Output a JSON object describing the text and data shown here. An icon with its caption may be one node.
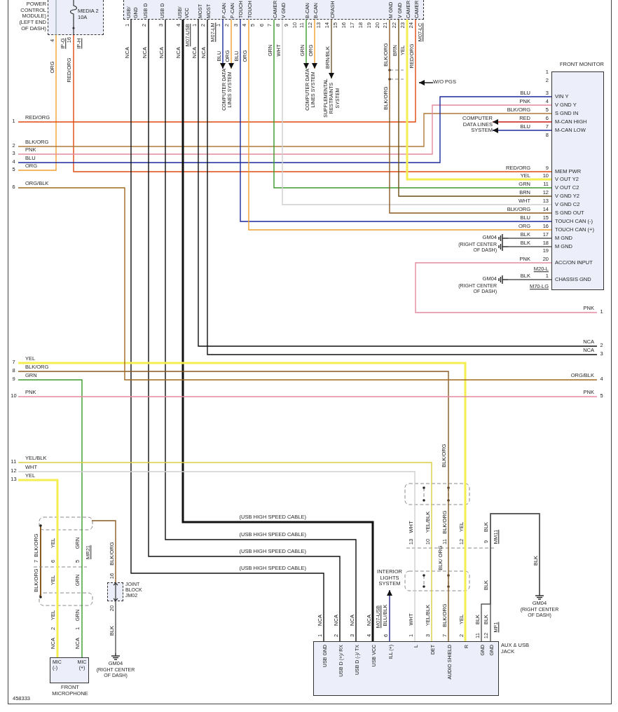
{
  "diagram": {
    "nodes": [
      {
        "text": [
          "USB/",
          "GND",
          "USB D",
          "USB D",
          "USB/",
          "VCC",
          "MOST",
          "MOST",
          "P-CAN",
          "P-CAN",
          "TOUCH",
          "TOUCH",
          "CAMER",
          "V GND",
          "B-CAN",
          "B-CAN",
          "CRASH",
          "M GND",
          "V GND",
          "CAMER",
          "CAMER"
        ]
      },
      {
        "text": [
          "POWER CONTROL MODULE) (LEFT END OF DASH)",
          "MEDIA 2 10A"
        ]
      },
      {
        "text": [
          "COMPUTER DATA LINES SYSTEM"
        ]
      },
      {
        "text": [
          "COMPUTER DATA LINES SYSTEM"
        ]
      },
      {
        "text": [
          "SUPPLEMENTAL RESTRAINTS SYSTEM"
        ]
      },
      {
        "text": [
          "FRONT MONITOR",
          "VIN Y",
          "V GND Y",
          "S GND IN",
          "M-CAN HIGH",
          "M-CAN LOW",
          "MEM PWR",
          "V OUT Y2",
          "V OUT C2",
          "V GND Y2",
          "V GND C2",
          "S GND OUT",
          "TOUCH CAN (-)",
          "TOUCH CAN (+)",
          "M GND",
          "M GND",
          "ACC/ON INPUT",
          "CHASSIS GND"
        ]
      },
      {
        "text": [
          "COMPUTER DATA LINES SYSTEM"
        ]
      },
      {
        "text": [
          "GM04",
          "(RIGHT CENTER OF DASH)"
        ]
      },
      {
        "text": [
          "GM04",
          "(RIGHT CENTER OF DASH)"
        ]
      },
      {
        "text": [
          "MIC (-)",
          "MIC (+)",
          "FRONT MICROPHONE"
        ]
      },
      {
        "text": [
          "JOINT BLOCK JM02"
        ]
      },
      {
        "text": [
          "GM04",
          "(RIGHT CENTER OF DASH)"
        ]
      },
      {
        "text": [
          "INTERIOR LIGHTS SYSTEM"
        ]
      },
      {
        "text": [
          "GM04",
          "(RIGHT CENTER OF DASH)"
        ]
      },
      {
        "text": [
          "USB GND",
          "USB D (+)/ RX",
          "USB D (-)/ TX",
          "USB VCC",
          "ILL (+)",
          "L",
          "DET",
          "AUDIO SHIELD",
          "R",
          "GND",
          "GND",
          "AUX & USB JACK"
        ]
      },
      {
        "text": [
          "W/O PGS"
        ]
      },
      {
        "text": [
          "1"
        ]
      },
      {
        "text": [
          "2"
        ]
      },
      {
        "text": [
          "3"
        ]
      },
      {
        "text": [
          "4"
        ]
      },
      {
        "text": [
          "5"
        ]
      },
      {
        "text": [
          "6"
        ]
      },
      {
        "text": [
          "7"
        ]
      },
      {
        "text": [
          "8"
        ]
      },
      {
        "text": [
          "9"
        ]
      },
      {
        "text": [
          "10"
        ]
      },
      {
        "text": [
          "11"
        ]
      },
      {
        "text": [
          "12"
        ]
      },
      {
        "text": [
          "13"
        ]
      },
      {
        "text": [
          "1"
        ]
      },
      {
        "text": [
          "2"
        ]
      },
      {
        "text": [
          "3"
        ]
      },
      {
        "text": [
          "4"
        ]
      },
      {
        "text": [
          "5"
        ]
      }
    ],
    "edges": [
      {
        "from": 1,
        "to": 20,
        "arrow": "none",
        "color": "#f0a030"
      },
      {
        "from": 1,
        "to": 5,
        "arrow": "none",
        "color": "#e04a10"
      },
      {
        "from": 16,
        "to": 0,
        "arrow": "none",
        "color": "#e04a10"
      },
      {
        "from": 17,
        "to": 5,
        "arrow": "none",
        "color": "#b07a3a"
      },
      {
        "from": 18,
        "to": 5,
        "arrow": "none",
        "color": "#e48aa0"
      },
      {
        "from": 19,
        "to": 5,
        "arrow": "none",
        "color": "#1c2a9c"
      },
      {
        "from": 0,
        "to": 2,
        "arrow": "to",
        "color": "#1c2a9c"
      },
      {
        "from": 0,
        "to": 2,
        "arrow": "to",
        "color": "#f0a030"
      },
      {
        "from": 0,
        "to": 5,
        "arrow": "none",
        "color": "#1c2a9c"
      },
      {
        "from": 0,
        "to": 5,
        "arrow": "none",
        "color": "#f0a030"
      },
      {
        "from": 0,
        "to": 5,
        "arrow": "none",
        "color": "#3c9a2c"
      },
      {
        "from": 0,
        "to": 5,
        "arrow": "none",
        "color": "#cfcfcf"
      },
      {
        "from": 0,
        "to": 3,
        "arrow": "to",
        "color": "#3c9a2c"
      },
      {
        "from": 0,
        "to": 3,
        "arrow": "to",
        "color": "#f0a030"
      },
      {
        "from": 0,
        "to": 4,
        "arrow": "to",
        "color": "#6a5530"
      },
      {
        "from": 0,
        "to": 5,
        "arrow": "none",
        "color": "#8b5a22"
      },
      {
        "from": 0,
        "to": 5,
        "arrow": "none",
        "color": "#6b4e12"
      },
      {
        "from": 0,
        "to": 5,
        "arrow": "none",
        "color": "#f4ee50",
        "style": "thick"
      },
      {
        "from": 5,
        "to": 6,
        "arrow": "to",
        "color": "#cc1a1a"
      },
      {
        "from": 5,
        "to": 6,
        "arrow": "to",
        "color": "#1c2a9c"
      },
      {
        "from": 5,
        "to": 7,
        "arrow": "none",
        "color": "#555555"
      },
      {
        "from": 5,
        "to": 7,
        "arrow": "none",
        "color": "#555555"
      },
      {
        "from": 5,
        "to": 29,
        "arrow": "none",
        "color": "#e48aa0"
      },
      {
        "from": 5,
        "to": 8,
        "arrow": "none",
        "color": "#555555"
      },
      {
        "from": 0,
        "to": 14,
        "arrow": "none",
        "label": "(USB HIGH SPEED CABLE)",
        "color": "#111111"
      },
      {
        "from": 0,
        "to": 14,
        "arrow": "none",
        "label": "(USB HIGH SPEED CABLE)",
        "color": "#111111"
      },
      {
        "from": 0,
        "to": 14,
        "arrow": "none",
        "label": "(USB HIGH SPEED CABLE)",
        "color": "#111111"
      },
      {
        "from": 0,
        "to": 14,
        "arrow": "none",
        "label": "(USB HIGH SPEED CABLE)",
        "color": "#111111",
        "style": "thick"
      },
      {
        "from": 0,
        "to": 30,
        "arrow": "none",
        "color": "#111111"
      },
      {
        "from": 0,
        "to": 31,
        "arrow": "none",
        "color": "#111111"
      },
      {
        "from": 22,
        "to": 14,
        "arrow": "none",
        "color": "#f4ee50",
        "style": "thick"
      },
      {
        "from": 23,
        "to": 14,
        "arrow": "none",
        "color": "#8b5a22"
      },
      {
        "from": 24,
        "to": 9,
        "arrow": "none",
        "color": "#3c9a2c"
      },
      {
        "from": 26,
        "to": 14,
        "arrow": "none",
        "color": "#d8d040"
      },
      {
        "from": 27,
        "to": 14,
        "arrow": "none",
        "color": "#cfcfcf"
      },
      {
        "from": 28,
        "to": 9,
        "arrow": "none",
        "color": "#f4ee50",
        "style": "thick"
      },
      {
        "from": null,
        "to": 10,
        "arrow": "none",
        "color": "#8b5a22"
      },
      {
        "from": 10,
        "to": 11,
        "arrow": "none",
        "color": "#555555"
      },
      {
        "from": 14,
        "to": 12,
        "arrow": "to",
        "color": "#28288a"
      },
      {
        "from": 14,
        "to": 13,
        "arrow": "none",
        "color": "#555555"
      },
      {
        "from": 14,
        "to": 13,
        "arrow": "none",
        "color": "#555555"
      },
      {
        "from": 15,
        "to": null,
        "arrow": "to"
      },
      {
        "from": 21,
        "to": 32,
        "arrow": "none",
        "color": "#a06a20"
      },
      {
        "from": 25,
        "to": 33,
        "arrow": "none",
        "color": "#e48aa0"
      }
    ],
    "labels": [
      "1",
      "2",
      "3",
      "4",
      "1",
      "2",
      "1",
      "2",
      "3",
      "4",
      "5",
      "6",
      "7",
      "8",
      "9",
      "10",
      "11",
      "12",
      "13",
      "14",
      "15",
      "16",
      "17",
      "18",
      "19",
      "20",
      "21",
      "22",
      "23",
      "24",
      "4",
      "IP-G",
      "16",
      "IP-H",
      "M07-USB",
      "M07-LM",
      "M07-LC",
      "ORG",
      "RED/ORG",
      "NCA",
      "NCA",
      "NCA",
      "NCA",
      "NCA",
      "NCA",
      "BLU",
      "ORG",
      "BLU",
      "ORG",
      "GRN",
      "WHT",
      "GRN",
      "ORG",
      "BRN/BLK",
      "BLK/ORG",
      "BRN",
      "YEL",
      "RED/ORG",
      "BLK/ORG",
      "RED/ORG",
      "BLK/ORG",
      "PNK",
      "BLU",
      "ORG",
      "ORG/BLK",
      "YEL",
      "BLK/ORG",
      "GRN",
      "PNK",
      "YEL/BLK",
      "WHT",
      "YEL",
      "1",
      "2",
      "BLU",
      "3",
      "PNK",
      "4",
      "BLK/ORG",
      "5",
      "RED",
      "6",
      "BLU",
      "7",
      "8",
      "RED/ORG",
      "9",
      "YEL",
      "10",
      "GRN",
      "11",
      "BRN",
      "12",
      "WHT",
      "13",
      "BLK/ORG",
      "14",
      "BLU",
      "15",
      "ORG",
      "16",
      "BLK",
      "17",
      "BLK",
      "18",
      "19",
      "PNK",
      "20",
      "M20-L",
      "BLK",
      "1",
      "M70-LG",
      "PNK",
      "NCA",
      "NCA",
      "ORG/BLK",
      "PNK",
      "BLK/ORG",
      "BLK/ORG",
      "YEL",
      "GRN",
      "MR21",
      "7",
      "6",
      "5",
      "BLK/ORG",
      "YEL",
      "GRN",
      "YEL",
      "GRN",
      "2",
      "1",
      "NCA",
      "NCA",
      "BLK/ORG",
      "16",
      "20",
      "BLK",
      "WHT",
      "YEL/BLK",
      "BLK/ORG",
      "YEL",
      "BLK",
      "13",
      "10",
      "11",
      "12",
      "9",
      "MM11",
      "BLK/ ORG",
      "BLK",
      "BLK",
      "NCA",
      "NCA",
      "NCA",
      "NCA",
      "M07-USB",
      "BLU/BLK",
      "WHT",
      "YEL/BLK",
      "BLK/ORG",
      "YEL",
      "BLK",
      "BLK",
      "MF1",
      "1",
      "2",
      "3",
      "4",
      "6",
      "1",
      "3",
      "7",
      "2",
      "11",
      "12",
      "458333"
    ]
  }
}
